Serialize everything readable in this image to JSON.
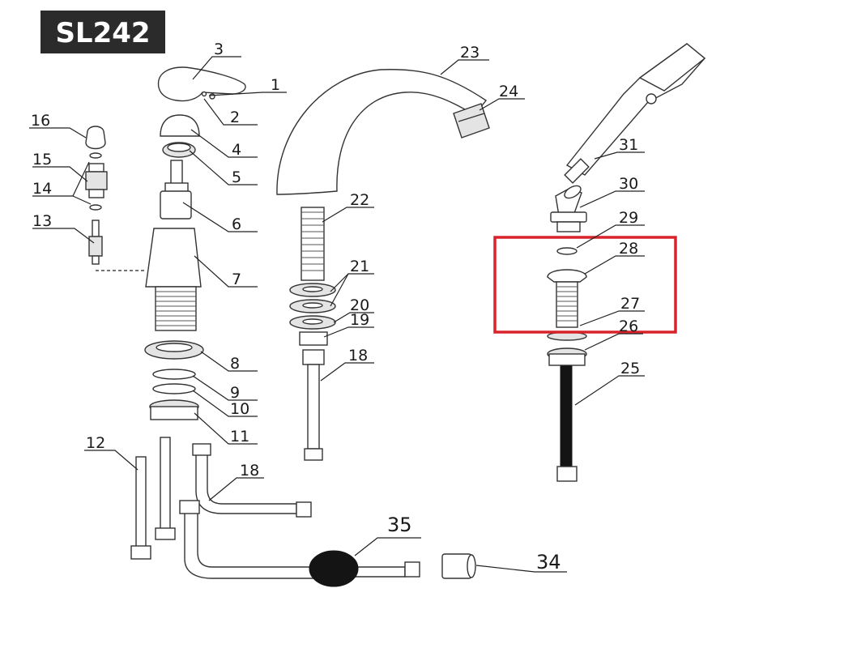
{
  "model_badge": "SL242",
  "highlight_color": "#d9232a",
  "part_labels": [
    "1",
    "2",
    "3",
    "4",
    "5",
    "6",
    "7",
    "8",
    "9",
    "10",
    "11",
    "12",
    "13",
    "14",
    "15",
    "16",
    "18",
    "18",
    "19",
    "20",
    "21",
    "22",
    "23",
    "24",
    "25",
    "26",
    "27",
    "28",
    "29",
    "30",
    "31",
    "34",
    "35"
  ]
}
